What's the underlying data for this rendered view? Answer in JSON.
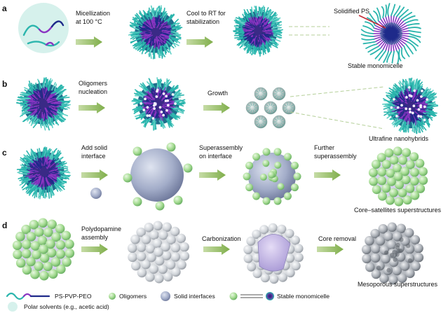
{
  "panels": [
    {
      "label": "a",
      "steps": [
        [
          "Micellization",
          "at 100 °C"
        ],
        [
          "Cool to RT for",
          "stabilization"
        ]
      ],
      "annotation": "Solidified PS",
      "caption": "Stable monomicelle"
    },
    {
      "label": "b",
      "steps": [
        [
          "Oligomers",
          "nucleation"
        ],
        [
          "Growth"
        ]
      ],
      "caption": "Ultrafine nanohybrids"
    },
    {
      "label": "c",
      "steps": [
        [
          "Add solid",
          "interface"
        ],
        [
          "Superassembly",
          "on interface"
        ],
        [
          "Further",
          "superassembly"
        ]
      ],
      "caption": "Core–satellites superstructures"
    },
    {
      "label": "d",
      "steps": [
        [
          "Polydopamine",
          "assembly"
        ],
        [
          "Carbonization"
        ],
        [
          "Core removal"
        ]
      ],
      "caption": "Mesoporous superstructures"
    }
  ],
  "legend": {
    "copolymer": "PS-PVP-PEO",
    "oligomers": "Oligomers",
    "solid_interfaces": "Solid interfaces",
    "monomicelle": "Stable monomicelle",
    "solvent": "Polar solvents (e.g., acetic acid)"
  },
  "colors": {
    "peo_teal": "#2bb5ad",
    "pvp_purple": "#8a35c2",
    "ps_navy": "#1e2a8a",
    "oligomer_green": "#9ad88a",
    "interface_blue": "#9aa6c4",
    "carbon_gray": "#cfd2d6",
    "arrow_green": "#8fbd5a",
    "solvent_bg": "#d6f1ec"
  }
}
